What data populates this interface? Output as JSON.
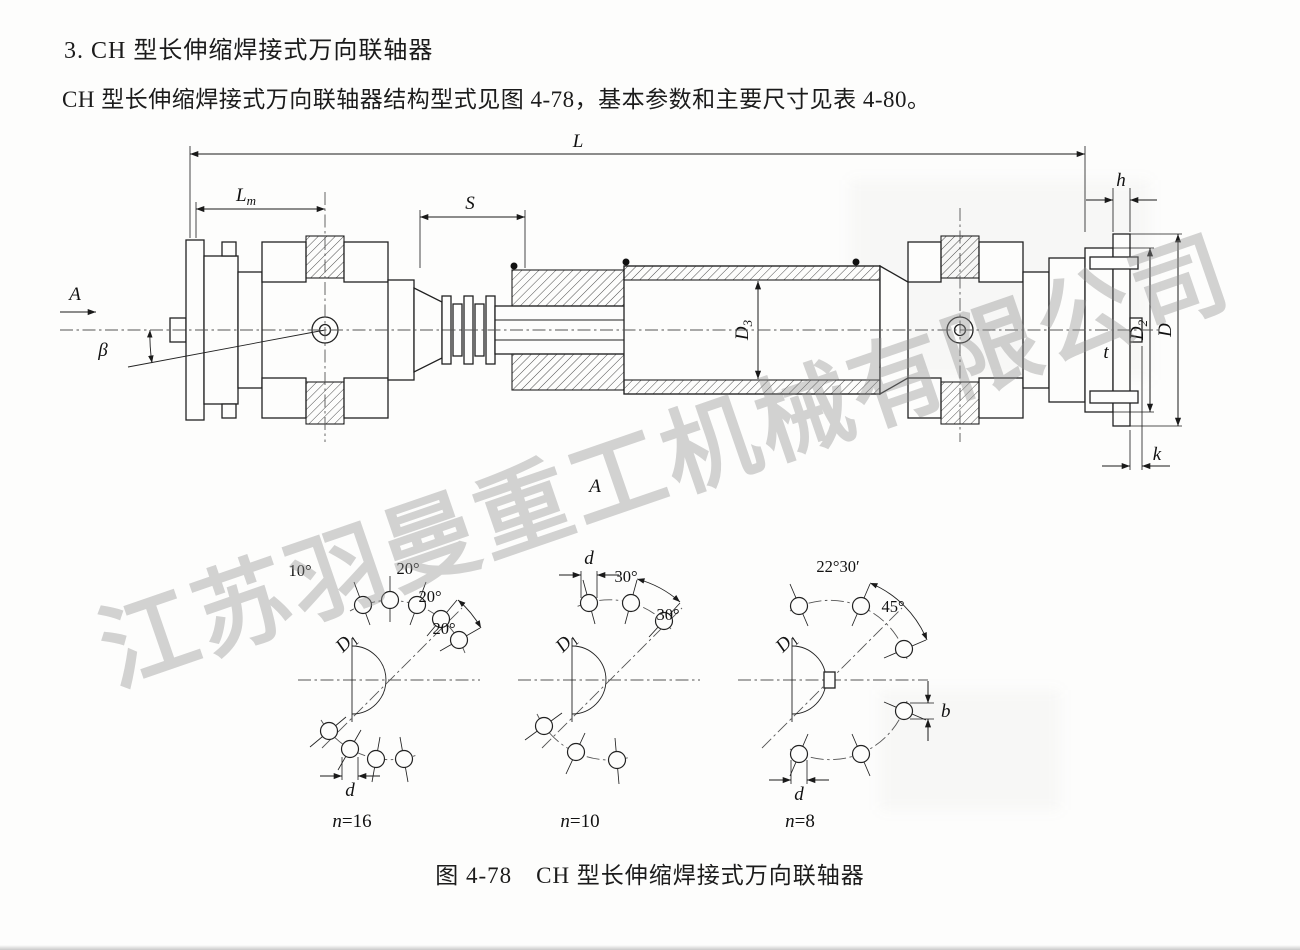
{
  "page": {
    "heading": "3. CH 型长伸缩焊接式万向联轴器",
    "body": "CH 型长伸缩焊接式万向联轴器结构型式见图 4-78，基本参数和主要尺寸见表 4-80。",
    "caption": "图 4-78　CH 型长伸缩焊接式万向联轴器",
    "watermark": "江苏羽曼重工机械有限公司"
  },
  "figure": {
    "dimensions": {
      "L": "L",
      "Lm": {
        "main": "L",
        "sub": "m"
      },
      "S": "S",
      "h": "h",
      "view_arrow": "A",
      "beta": "β",
      "D3": {
        "main": "D",
        "sub": "3"
      },
      "D2": {
        "main": "D",
        "sub": "2"
      },
      "D": "D",
      "t": "t",
      "k": "k",
      "section": "A"
    },
    "bolt_diagrams": [
      {
        "angles": [
          "10°",
          "20°",
          "20°",
          "20°"
        ],
        "D1": {
          "main": "D",
          "sub": "1"
        },
        "d": "d",
        "count": {
          "var": "n",
          "val": "=16"
        }
      },
      {
        "angles": [
          "30°",
          "30°"
        ],
        "d": "d",
        "D1": {
          "main": "D",
          "sub": "1"
        },
        "count": {
          "var": "n",
          "val": "=10"
        }
      },
      {
        "angles": [
          "22°30′",
          "45°"
        ],
        "D1": {
          "main": "D",
          "sub": "1"
        },
        "d": "d",
        "b": "b",
        "count": {
          "var": "n",
          "val": "=8"
        }
      }
    ]
  }
}
